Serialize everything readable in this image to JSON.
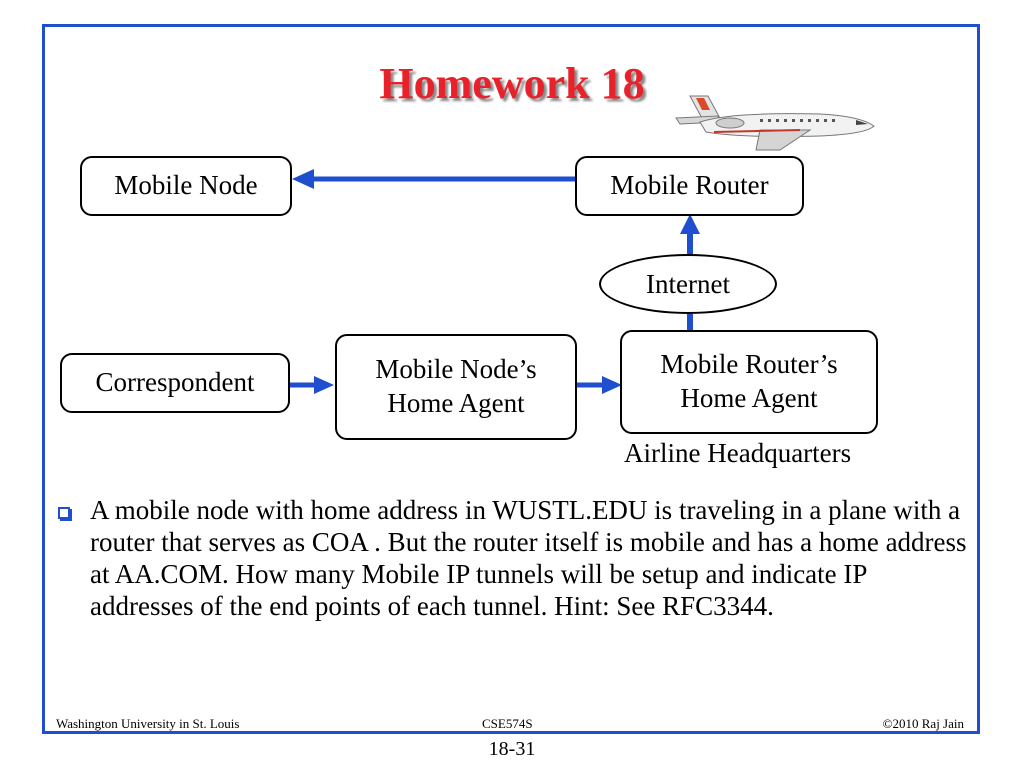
{
  "slide": {
    "title": "Homework 18"
  },
  "diagram": {
    "nodes": {
      "mobile_node": "Mobile Node",
      "mobile_router": "Mobile Router",
      "internet": "Internet",
      "correspondent": "Correspondent",
      "mn_home_agent_line1": "Mobile Node’s",
      "mn_home_agent_line2": "Home Agent",
      "mr_home_agent_line1": "Mobile Router’s",
      "mr_home_agent_line2": "Home Agent"
    },
    "captions": {
      "airline_hq": "Airline Headquarters"
    }
  },
  "content": {
    "bullet": "A mobile node with home address in WUSTL.EDU is traveling in a plane with a router that serves as COA . But the router itself is mobile and has a home address at AA.COM. How many Mobile IP tunnels will be setup and indicate IP addresses of the end points of each tunnel. Hint: See RFC3344."
  },
  "footer": {
    "left": "Washington University in St. Louis",
    "center": "CSE574S",
    "right": "©2010 Raj Jain",
    "page": "18-31"
  },
  "colors": {
    "title": "#e8212a",
    "frame": "#1f4ecf",
    "arrow": "#1f4ecf"
  },
  "icons": {
    "decoration": "airplane-icon"
  }
}
